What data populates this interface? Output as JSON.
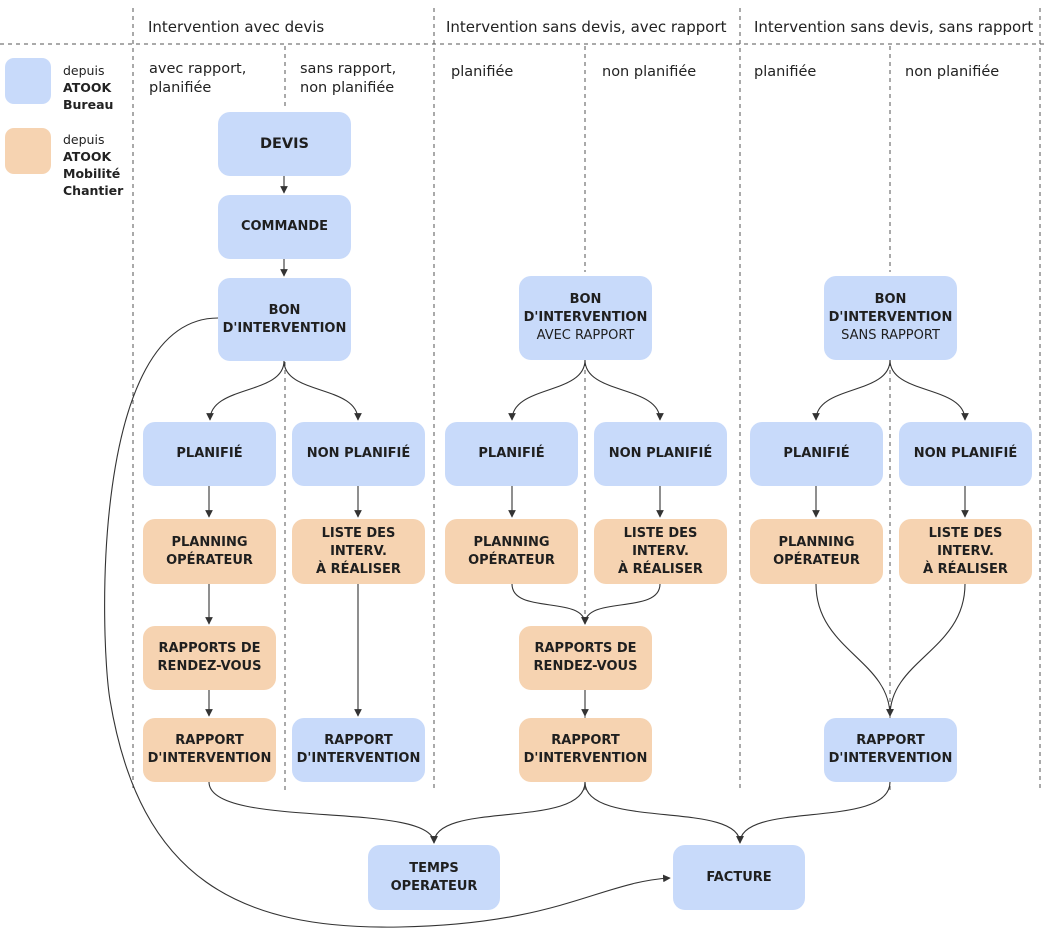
{
  "colors": {
    "bureau": "#c8dafa",
    "mobilite": "#f6d3b1",
    "line": "#333333"
  },
  "headers": {
    "col1": "Intervention avec devis",
    "col2": "Intervention sans devis, avec rapport",
    "col3": "Intervention sans devis, sans rapport"
  },
  "subheaders": {
    "c1a_1": "avec rapport,",
    "c1a_2": "planifiée",
    "c1b_1": "sans rapport,",
    "c1b_2": "non planifiée",
    "c2a": "planifiée",
    "c2b": "non planifiée",
    "c3a": "planifiée",
    "c3b": "non planifiée"
  },
  "legend": {
    "bureau": {
      "line1": "depuis",
      "line2": "ATOOK",
      "line3": "Bureau"
    },
    "mobilite": {
      "line1": "depuis",
      "line2": "ATOOK",
      "line3": "Mobilité",
      "line4": "Chantier"
    }
  },
  "nodes": {
    "devis": "DEVIS",
    "commande": "COMMANDE",
    "bon1_l1": "BON",
    "bon1_l2": "D'INTERVENTION",
    "bon2_l1": "BON",
    "bon2_l2": "D'INTERVENTION",
    "bon2_l3": "AVEC RAPPORT",
    "bon3_l1": "BON",
    "bon3_l2": "D'INTERVENTION",
    "bon3_l3": "SANS RAPPORT",
    "planifie": "PLANIFIÉ",
    "non_planifie": "NON PLANIFIÉ",
    "planning_l1": "PLANNING",
    "planning_l2": "OPÉRATEUR",
    "liste_l1": "LISTE DES INTERV.",
    "liste_l2": "À RÉALISER",
    "rdv_l1": "RAPPORTS DE",
    "rdv_l2": "RENDEZ-VOUS",
    "rapport_l1": "RAPPORT",
    "rapport_l2": "D'INTERVENTION",
    "temps": "TEMPS OPERATEUR",
    "facture": "FACTURE"
  }
}
